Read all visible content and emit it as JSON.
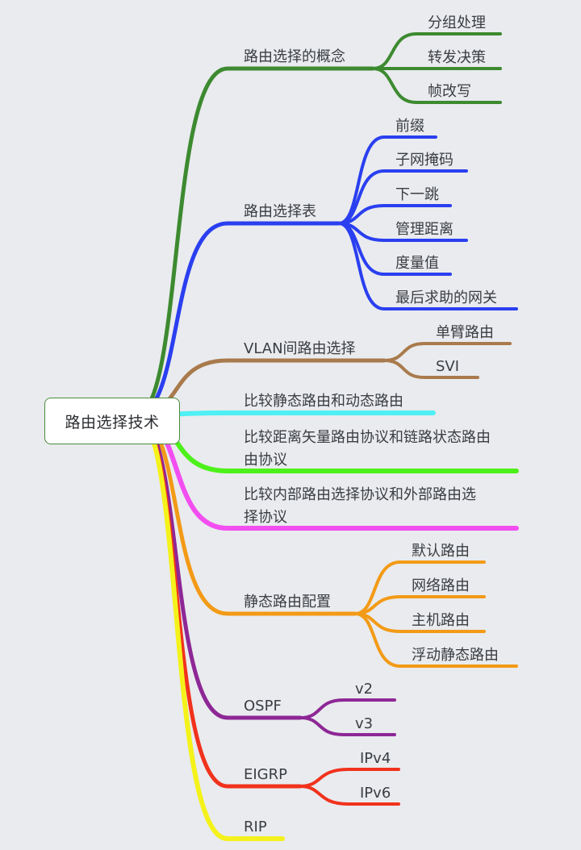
{
  "root": "路由选择技术",
  "branches": [
    {
      "label": "路由选择的概念",
      "color": "#3d8a30",
      "children": [
        "分组处理",
        "转发决策",
        "帧改写"
      ]
    },
    {
      "label": "路由选择表",
      "color": "#2a3ff0",
      "children": [
        "前缀",
        "子网掩码",
        "下一跳",
        "管理距离",
        "度量值",
        "最后求助的网关"
      ]
    },
    {
      "label": "VLAN间路由选择",
      "color": "#a97a4c",
      "children": [
        "单臂路由",
        "SVI"
      ]
    },
    {
      "label": "比较静态路由和动态路由",
      "color": "#4ff0f5",
      "children": []
    },
    {
      "label": "比较距离矢量路由协议和链路状态路由",
      "label2": "由协议",
      "color": "#4df11a",
      "children": []
    },
    {
      "label": "比较内部路由选择协议和外部路由选",
      "label2": "择协议",
      "color": "#f24ef0",
      "children": []
    },
    {
      "label": "静态路由配置",
      "color": "#f39a16",
      "children": [
        "默认路由",
        "网络路由",
        "主机路由",
        "浮动静态路由"
      ]
    },
    {
      "label": "OSPF",
      "color": "#8e2796",
      "children": [
        "v2",
        "v3"
      ]
    },
    {
      "label": "EIGRP",
      "color": "#f1321c",
      "children": [
        "IPv4",
        "IPv6"
      ]
    },
    {
      "label": "RIP",
      "color": "#f4f21a",
      "children": []
    }
  ]
}
